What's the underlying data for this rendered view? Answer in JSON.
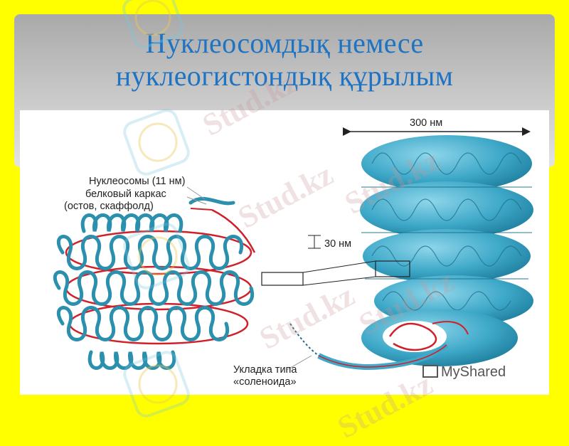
{
  "slide": {
    "title_line1": "Нуклеосомдық немесе",
    "title_line2": "нуклеогистондық құрылым",
    "background_color": "#ffff00",
    "title_color": "#1e73c2"
  },
  "diagram": {
    "labels": {
      "nucleosomes": "Нуклеосомы (11 нм)",
      "scaffold_1": "белковый каркас",
      "scaffold_2": "(остов, скаффолд)",
      "width_300": "300 нм",
      "width_30": "30 нм",
      "solenoid_1": "Укладка типа",
      "solenoid_2": "«соленоида»"
    },
    "fiber_color": "#3fa9c9",
    "scaffold_color": "#d0202a"
  },
  "watermark": {
    "text": "Stud.kz",
    "source_badge": "MyShared"
  }
}
